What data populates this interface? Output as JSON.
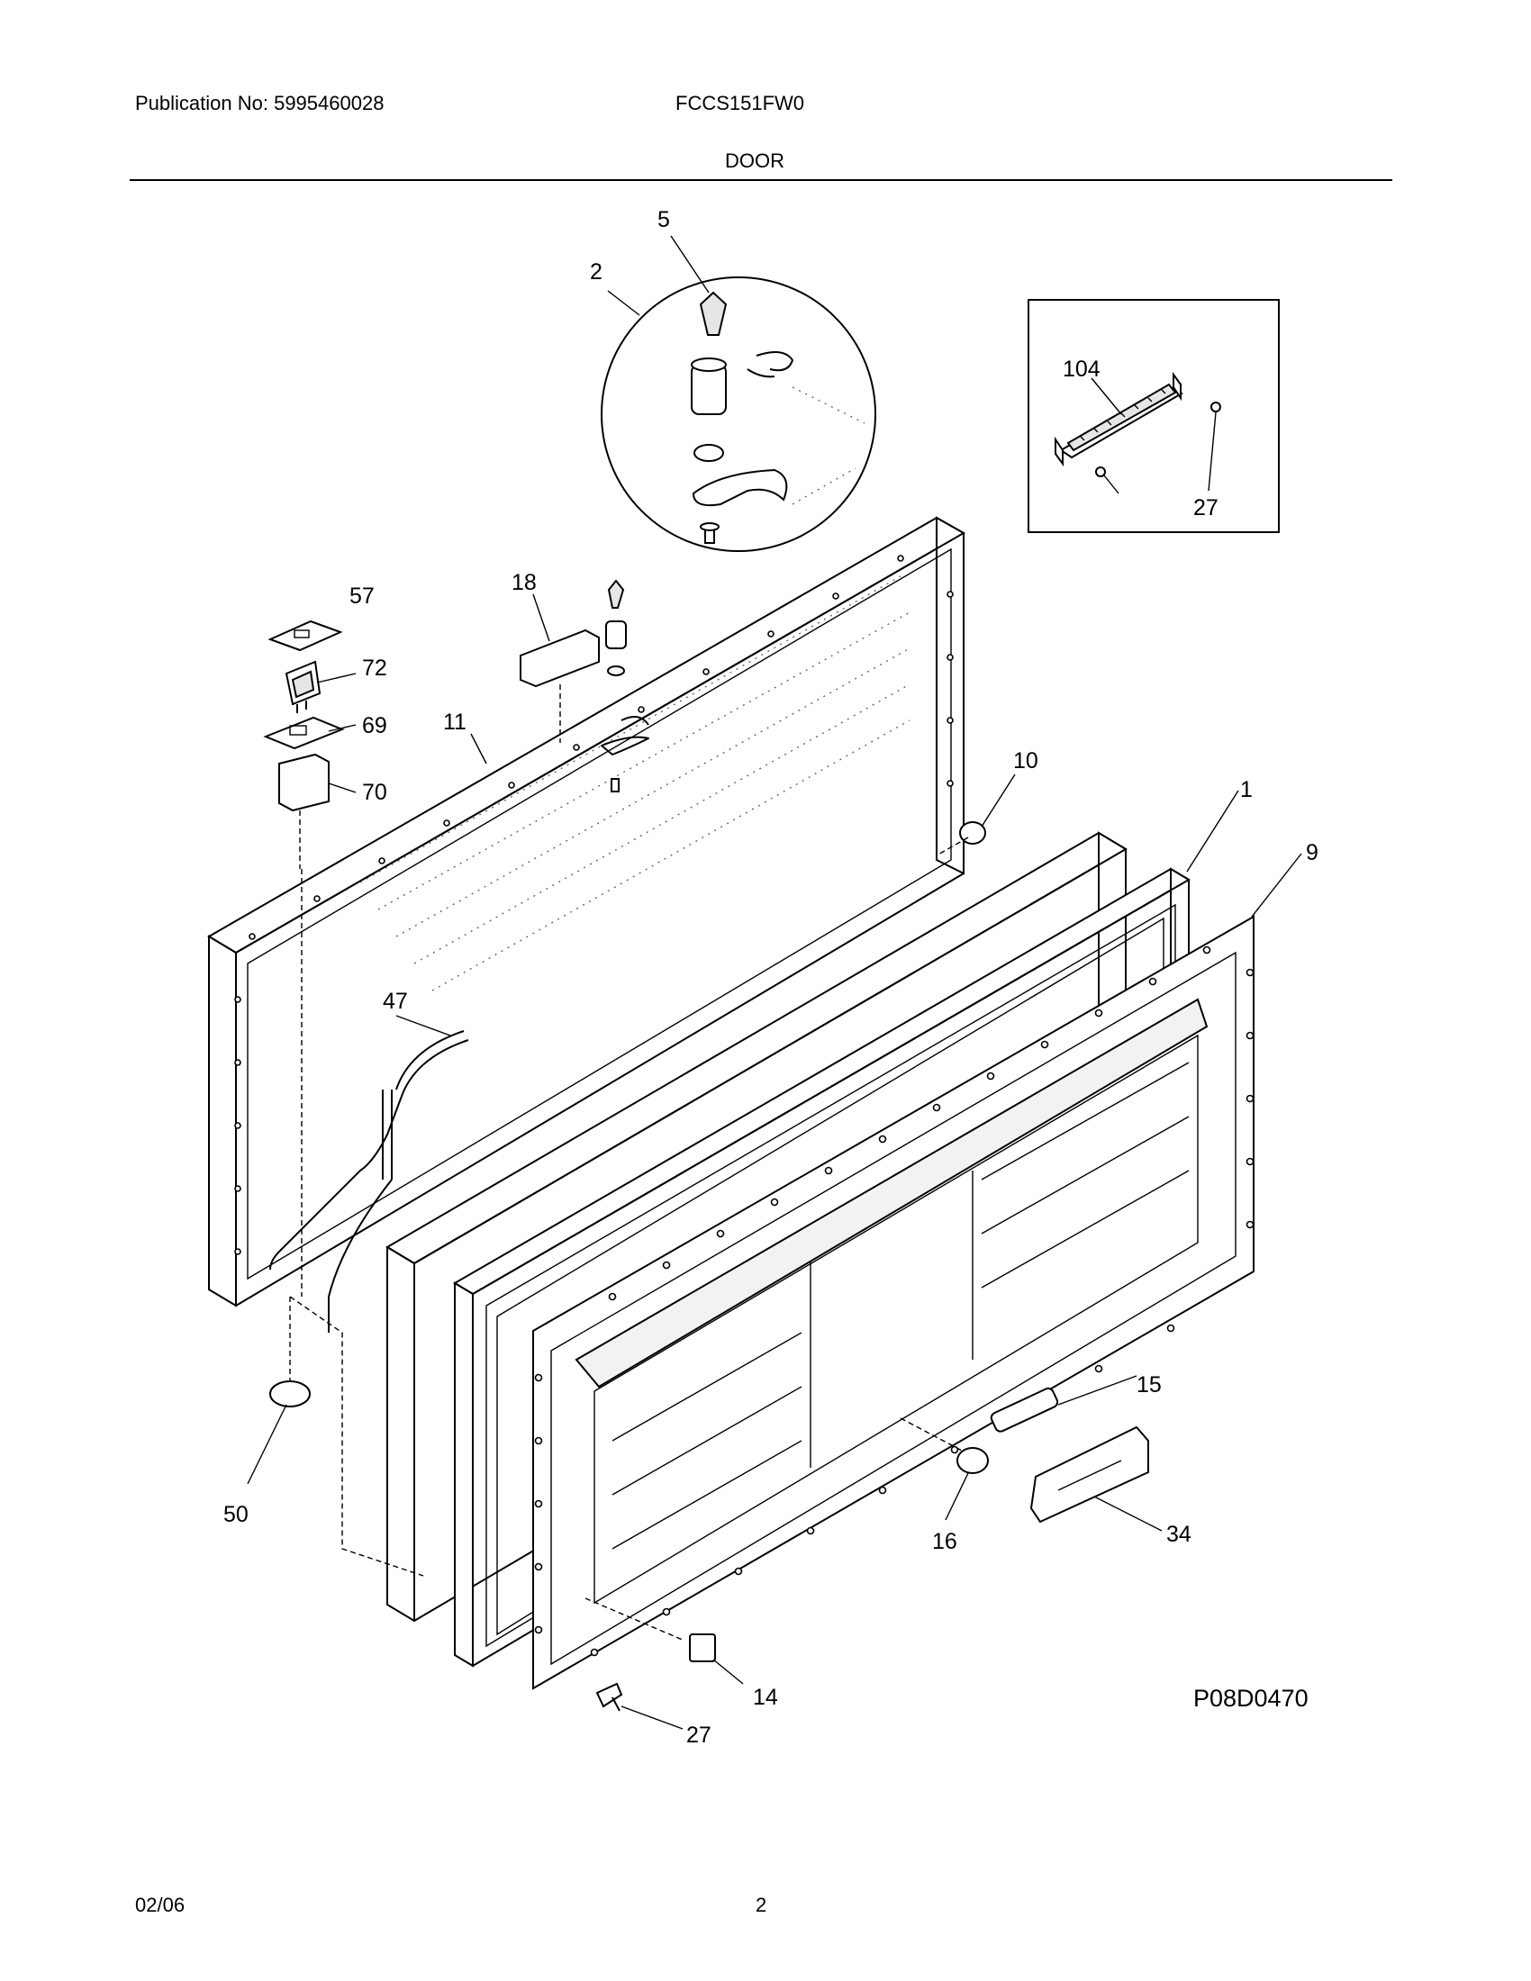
{
  "header": {
    "publication": "Publication No: 5995460028",
    "model": "FCCS151FW0",
    "section_title": "DOOR"
  },
  "footer": {
    "date": "02/06",
    "page_number": "2"
  },
  "diagram": {
    "drawing_code": "P08D0470",
    "callouts": [
      "5",
      "2",
      "104",
      "27",
      "57",
      "18",
      "72",
      "69",
      "11",
      "70",
      "10",
      "1",
      "9",
      "47",
      "15",
      "50",
      "16",
      "34",
      "14",
      "27"
    ]
  }
}
